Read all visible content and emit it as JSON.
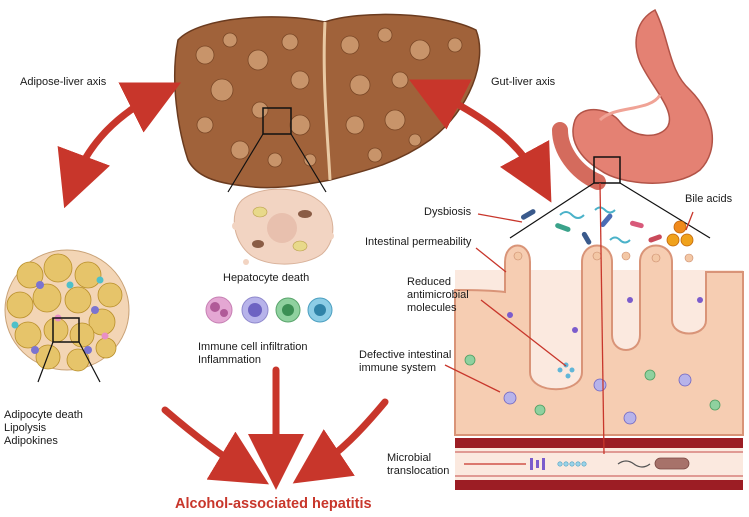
{
  "axes": {
    "adipose_liver": "Adipose-liver axis",
    "gut_liver": "Gut-liver axis"
  },
  "hepatocyte": {
    "death": "Hepatocyte death",
    "infiltration": "Immune cell infiltration",
    "inflammation": "Inflammation"
  },
  "adipose": {
    "lines": [
      "Adipocyte death",
      "Lipolysis",
      "Adipokines"
    ]
  },
  "gut": {
    "dysbiosis": "Dysbiosis",
    "bile_acids": "Bile acids",
    "permeability": "Intestinal permeability",
    "antimicrobial": [
      "Reduced",
      "antimicrobial",
      "molecules"
    ],
    "immune": [
      "Defective intestinal",
      "immune system"
    ],
    "translocation": [
      "Microbial",
      "translocation"
    ]
  },
  "outcome": "Alcohol-associated hepatitis",
  "colors": {
    "arrow": "#c8362b",
    "liver": "#a0623a",
    "fat": "#e6c46a",
    "villus": "#f6cdb2",
    "vessel": "#9c1d24",
    "outcome_text": "#c8362b"
  },
  "icons": [
    "liver-icon",
    "stomach-icon",
    "hepatocyte-icon",
    "adipose-tissue-icon",
    "immune-cell-icon",
    "bacteria-icon",
    "bile-acid-icon",
    "intestinal-villi-icon",
    "blood-vessel-icon"
  ]
}
